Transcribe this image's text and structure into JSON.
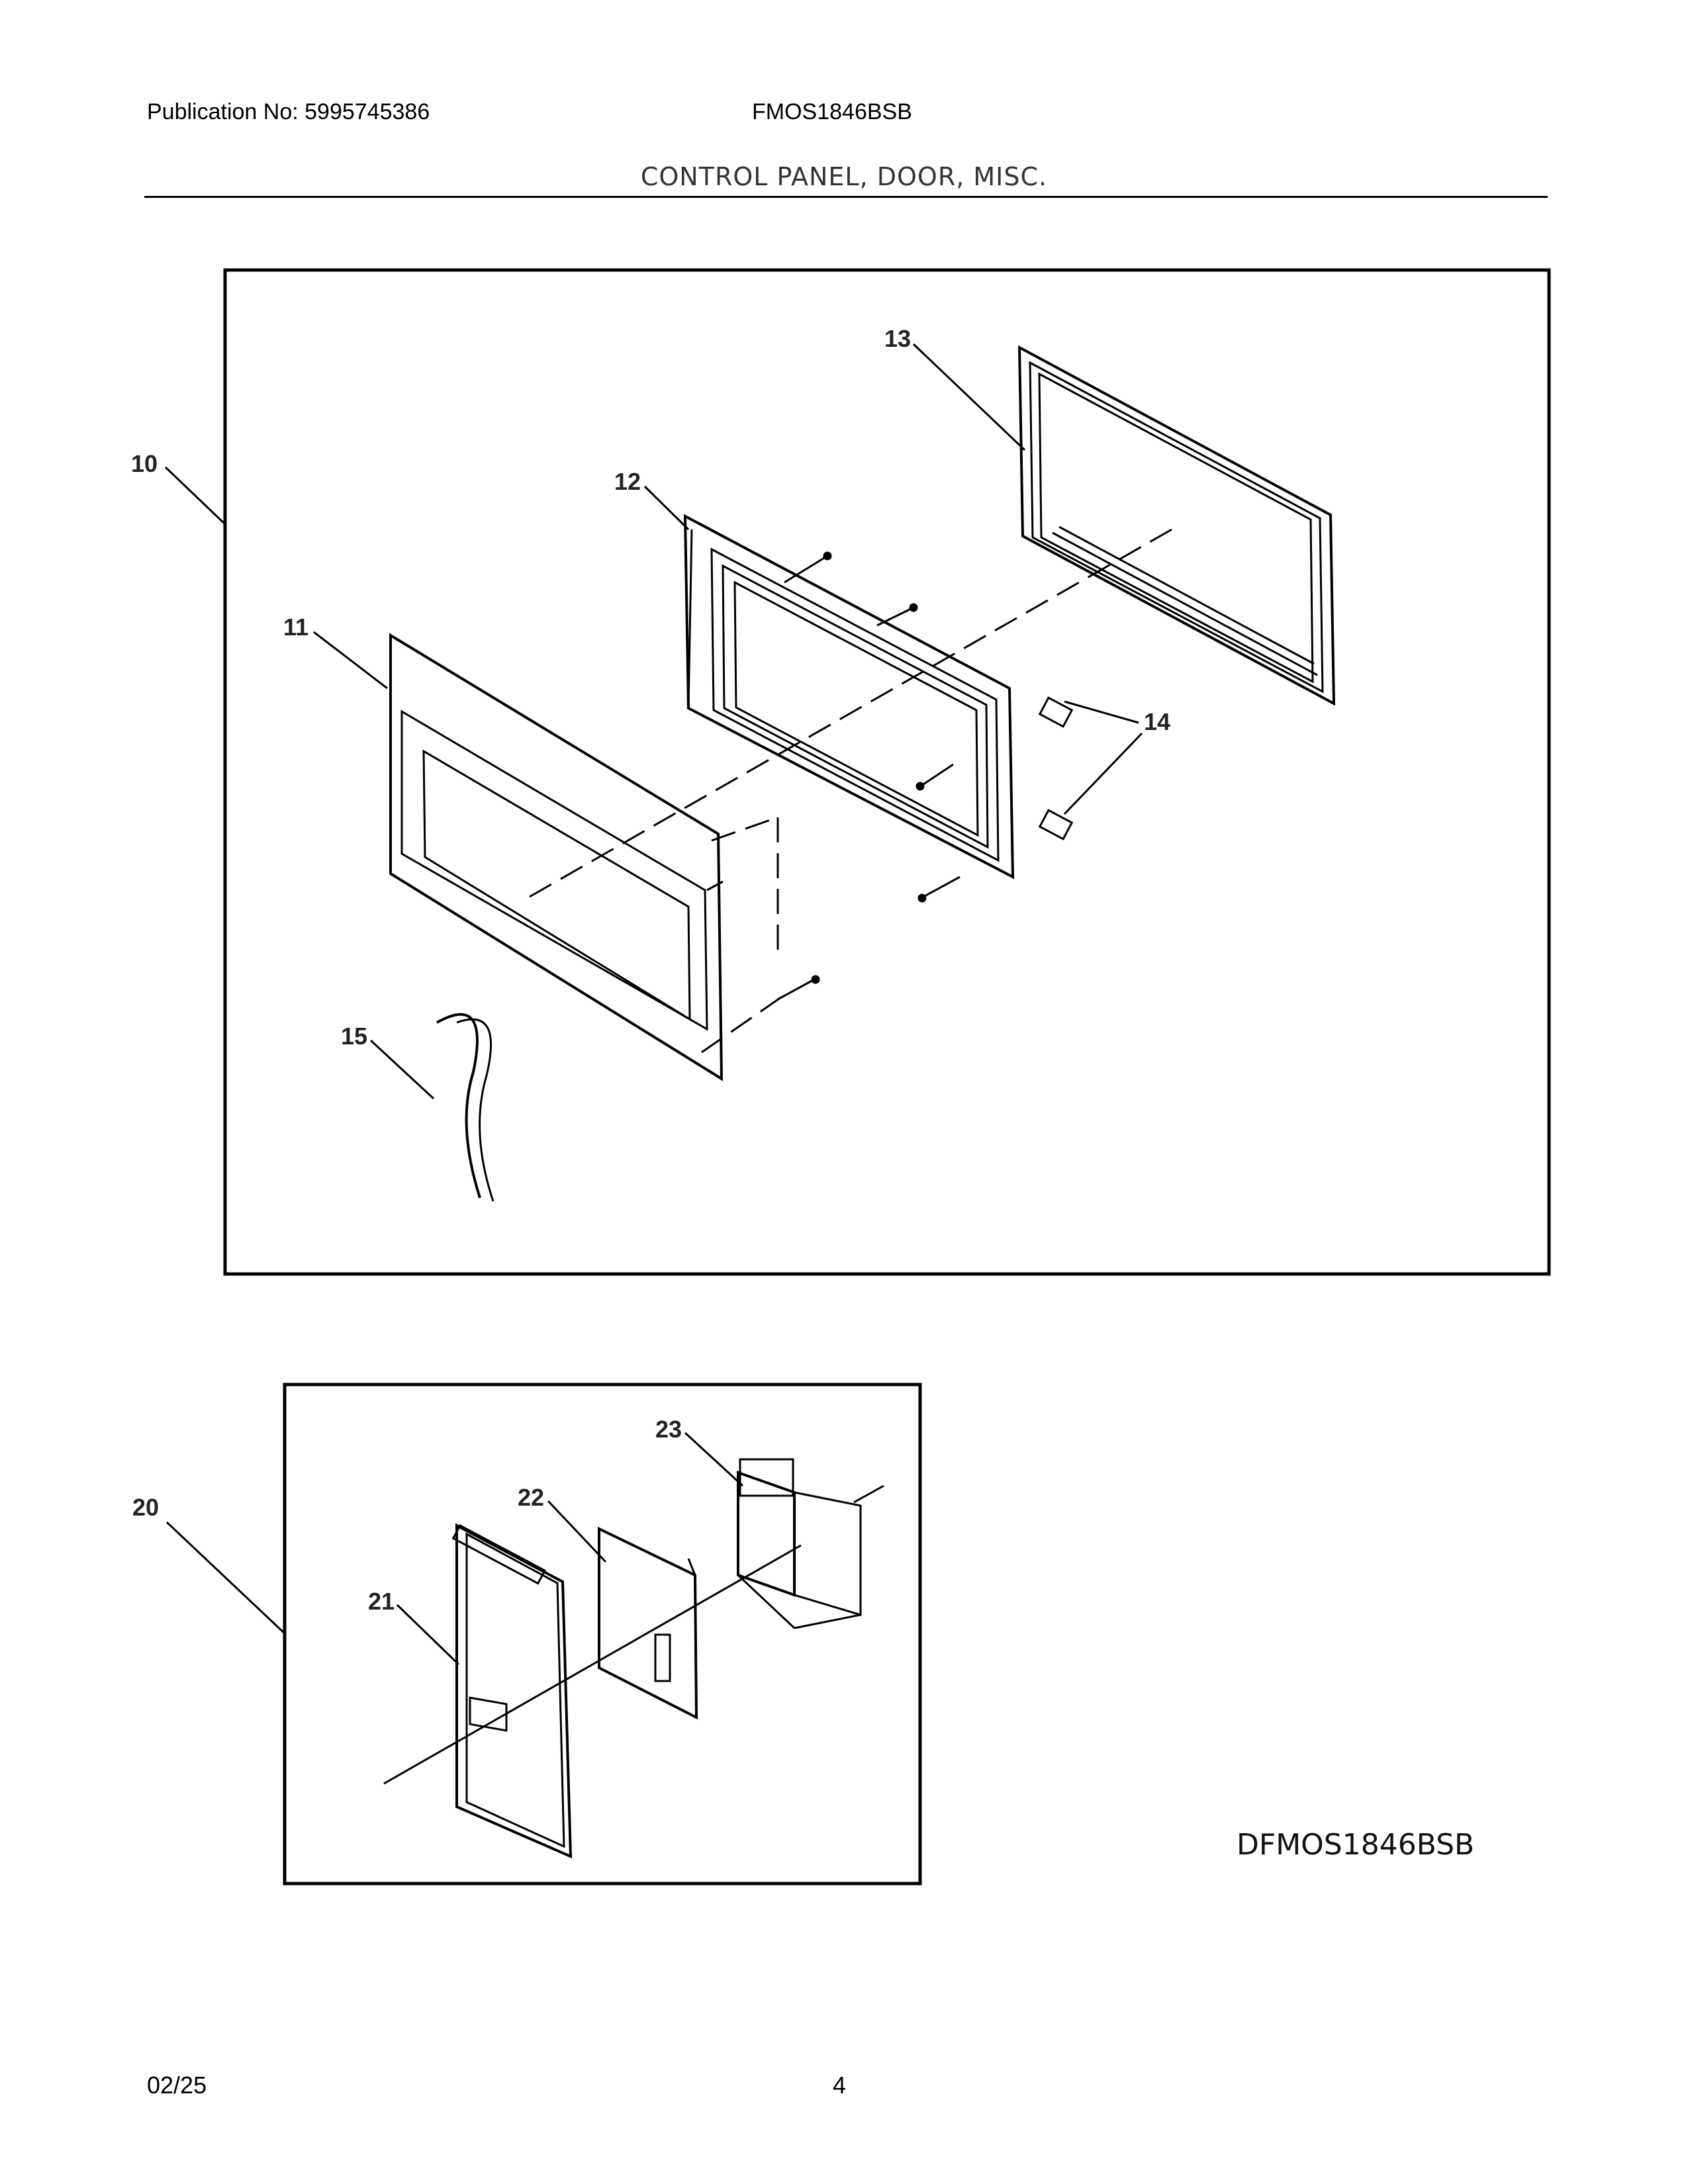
{
  "header": {
    "publication": "Publication No: 5995745386",
    "model": "FMOS1846BSB",
    "section_title": "CONTROL PANEL, DOOR, MISC."
  },
  "diagram": {
    "code": "DFMOS1846BSB",
    "callouts": {
      "c10": "10",
      "c11": "11",
      "c12": "12",
      "c13": "13",
      "c14": "14",
      "c15": "15",
      "c20": "20",
      "c21": "21",
      "c22": "22",
      "c23": "23"
    }
  },
  "footer": {
    "date": "02/25",
    "page": "4"
  }
}
